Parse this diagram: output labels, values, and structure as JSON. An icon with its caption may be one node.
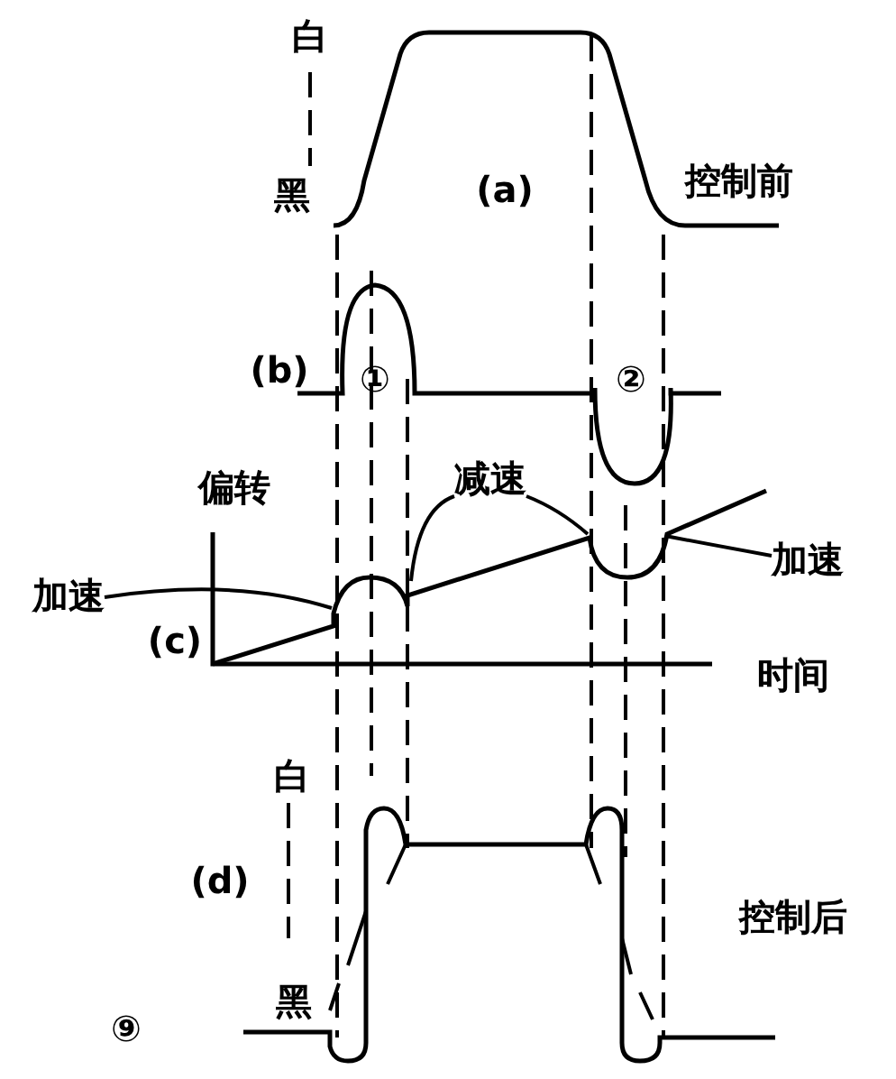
{
  "diagram": {
    "nodes": [
      {
        "text": [
          "加速"
        ]
      },
      {
        "text": [
          "减速"
        ]
      },
      {
        "text": [
          "加速"
        ]
      },
      {
        "text": [],
        "shape": "curve"
      }
    ],
    "edges": [
      {
        "from": 0,
        "to": 3,
        "arrow": "none"
      },
      {
        "from": 1,
        "to": 3,
        "arrow": "none"
      },
      {
        "from": 1,
        "to": 3,
        "arrow": "none"
      },
      {
        "from": 2,
        "to": 3,
        "arrow": "none"
      }
    ],
    "labels": [
      "白",
      "黑",
      "(a)",
      "控制前",
      "(b)",
      "①",
      "②",
      "偏转",
      "(c)",
      "时间",
      "白",
      "(d)",
      "控制后",
      "黑",
      "⑨"
    ]
  }
}
